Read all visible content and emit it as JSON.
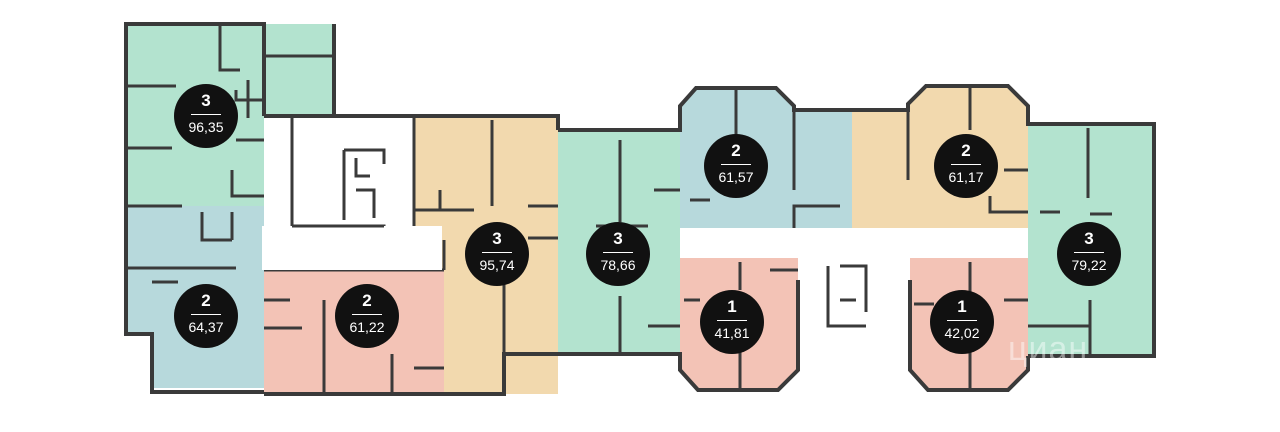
{
  "colors": {
    "green": "#b3e3cf",
    "blue": "#b7d9dc",
    "orange": "#f2d9ae",
    "pink": "#f3c3b6",
    "wall": "#3a3a3a",
    "badge": "#111111"
  },
  "apartments": [
    {
      "id": "apt-3-96",
      "rooms": "3",
      "area": "96,35"
    },
    {
      "id": "apt-2-64",
      "rooms": "2",
      "area": "64,37"
    },
    {
      "id": "apt-2-61-22",
      "rooms": "2",
      "area": "61,22"
    },
    {
      "id": "apt-3-95",
      "rooms": "3",
      "area": "95,74"
    },
    {
      "id": "apt-3-78",
      "rooms": "3",
      "area": "78,66"
    },
    {
      "id": "apt-2-61-57",
      "rooms": "2",
      "area": "61,57"
    },
    {
      "id": "apt-1-41",
      "rooms": "1",
      "area": "41,81"
    },
    {
      "id": "apt-2-61-17",
      "rooms": "2",
      "area": "61,17"
    },
    {
      "id": "apt-1-42",
      "rooms": "1",
      "area": "42,02"
    },
    {
      "id": "apt-3-79",
      "rooms": "3",
      "area": "79,22"
    }
  ],
  "watermark": "циан"
}
